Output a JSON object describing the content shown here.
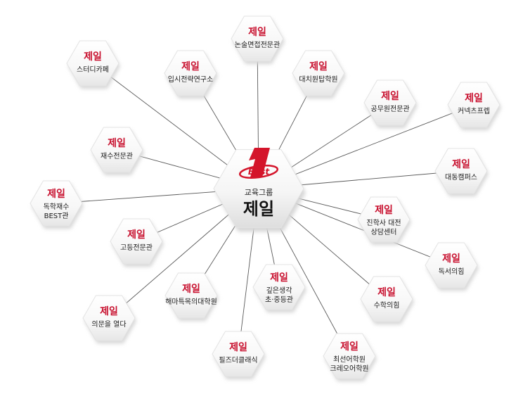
{
  "center": {
    "logo_number": "1",
    "logo_text": "Best",
    "subtitle": "교육그룹",
    "title": "제일"
  },
  "nodes": [
    {
      "brand": "제일",
      "lines": [
        "스터디카페"
      ]
    },
    {
      "brand": "제일",
      "lines": [
        "입시전략연구소"
      ]
    },
    {
      "brand": "제일",
      "lines": [
        "논술면접전문관"
      ]
    },
    {
      "brand": "제일",
      "lines": [
        "대치원탑학원"
      ]
    },
    {
      "brand": "제일",
      "lines": [
        "공무원전문관"
      ]
    },
    {
      "brand": "제일",
      "lines": [
        "커넥츠프렙"
      ]
    },
    {
      "brand": "제일",
      "lines": [
        "재수전문관"
      ]
    },
    {
      "brand": "제일",
      "lines": [
        "대동캠퍼스"
      ]
    },
    {
      "brand": "제일",
      "lines": [
        "독학재수",
        "BEST관"
      ]
    },
    {
      "brand": "제일",
      "lines": [
        "진학사 대전",
        "상담센터"
      ]
    },
    {
      "brand": "제일",
      "lines": [
        "고등전문관"
      ]
    },
    {
      "brand": "제일",
      "lines": [
        "독서의힘"
      ]
    },
    {
      "brand": "제일",
      "lines": [
        "해마특목의대학원"
      ]
    },
    {
      "brand": "제일",
      "lines": [
        "깊은생각",
        "초·중등관"
      ]
    },
    {
      "brand": "제일",
      "lines": [
        "수학의힘"
      ]
    },
    {
      "brand": "제일",
      "lines": [
        "의문을 열다"
      ]
    },
    {
      "brand": "제일",
      "lines": [
        "필즈더클래식"
      ]
    },
    {
      "brand": "제일",
      "lines": [
        "최선어학원",
        "크레오어학원"
      ]
    }
  ]
}
